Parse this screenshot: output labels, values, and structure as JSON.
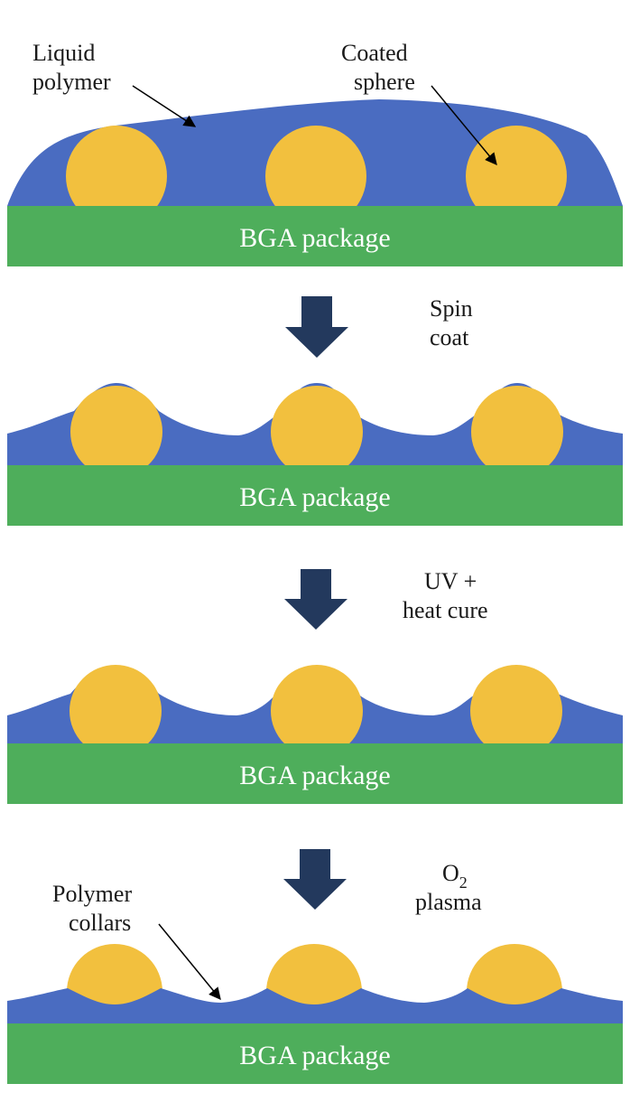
{
  "colors": {
    "polymer": "#4A6CC1",
    "sphere": "#F2C03E",
    "package": "#4EAE5B",
    "arrow": "#23395D",
    "text": "#1a1a1a",
    "package_text": "#ffffff"
  },
  "stages": [
    {
      "package_label": "BGA package",
      "callouts": [
        {
          "lines": [
            "Liquid",
            "polymer"
          ]
        },
        {
          "lines": [
            "Coated",
            "sphere"
          ]
        }
      ]
    },
    {
      "package_label": "BGA package",
      "step_before": {
        "lines": [
          "Spin",
          "coat"
        ]
      }
    },
    {
      "package_label": "BGA package",
      "step_before": {
        "lines": [
          "UV +",
          "heat cure"
        ]
      }
    },
    {
      "package_label": "BGA package",
      "step_before": {
        "lines": [
          "O",
          "plasma"
        ],
        "subscript": "2"
      },
      "callouts": [
        {
          "lines": [
            "Polymer",
            "collars"
          ]
        }
      ]
    }
  ]
}
